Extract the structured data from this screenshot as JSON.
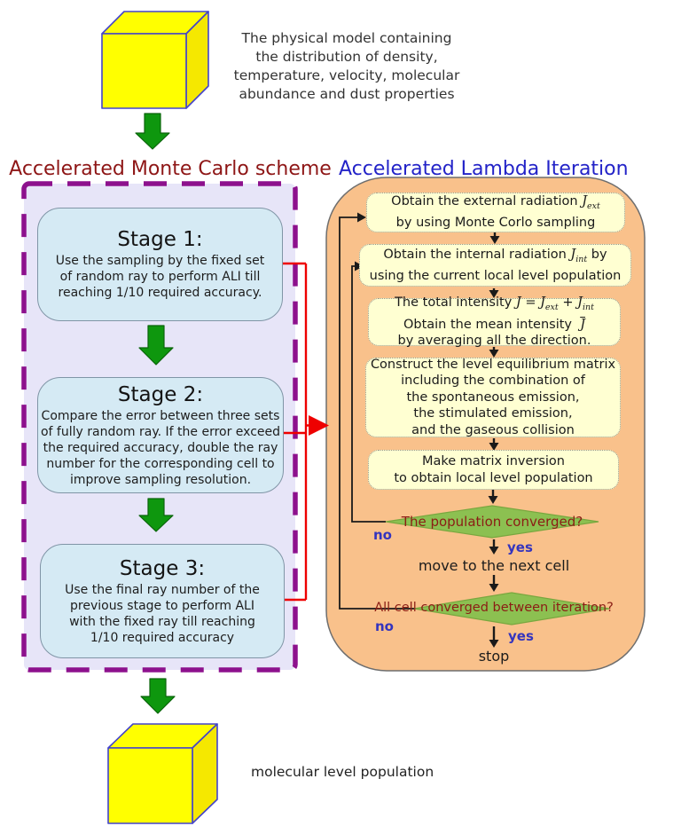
{
  "top_model": {
    "text": "The physical model containing\nthe distribution of density,\ntemperature, velocity, molecular\nabundance and dust properties"
  },
  "headers": {
    "monte_carlo": "Accelerated Monte Carlo scheme",
    "lambda": "Accelerated Lambda Iteration"
  },
  "stages": [
    {
      "title": "Stage 1:",
      "body": "Use the sampling by the fixed set\nof random ray to perform ALI till\nreaching 1/10 required accuracy."
    },
    {
      "title": "Stage 2:",
      "body": "Compare the error between three sets\nof fully random ray. If the error exceed\nthe required accuracy, double the ray\nnumber for the corresponding cell to\nimprove sampling resolution."
    },
    {
      "title": "Stage 3:",
      "body": "Use the final ray number of the\nprevious stage to perform ALI\nwith the fixed ray till reaching\n1/10 required accuracy"
    }
  ],
  "ali": {
    "box1": {
      "l1_pre": "Obtain the external radiation ",
      "l1_sym": "J",
      "l1_sub": "ext",
      "l2": "by using Monte Corlo sampling"
    },
    "box2": {
      "l1_pre": "Obtain the internal radiation ",
      "l1_sym": "J",
      "l1_sub": "int",
      "l1_post": " by",
      "l2": "using the current local level population"
    },
    "box3": {
      "l1_pre": "The total intensity ",
      "l1_j": "J",
      "l1_eq": " = ",
      "l1_j2": "J",
      "l1_sub2": "ext",
      "l1_plus": " + ",
      "l1_j3": "J",
      "l1_sub3": "int",
      "l2_pre": "Obtain the mean intensity ",
      "l2_jbar": "J",
      "l3": "by averaging all the direction."
    },
    "box4": {
      "text": "Construct the level equilibrium matrix\nincluding the combination of\nthe spontaneous emission,\nthe stimulated emission,\nand the gaseous collision"
    },
    "box5": {
      "text": "Make matrix inversion\nto obtain local level population"
    },
    "diamond1": {
      "question": "The population converged?",
      "no_label": "no",
      "yes_label": "yes"
    },
    "move_next_label": "move to the next cell",
    "diamond2": {
      "question": "All cell converged between iteration?",
      "no_label": "no",
      "yes_label": "yes"
    },
    "stop_label": "stop"
  },
  "bottom_model": {
    "text": "molecular level population"
  },
  "colors": {
    "header_left": "#8e1616",
    "header_right": "#2323c8",
    "left_panel_fill": "#e7e5f8",
    "left_panel_border": "#8d118d",
    "stage_fill": "#d5eaf4",
    "ali_panel_fill": "#f9c18b",
    "note_fill": "#ffffd2",
    "diamond_fill": "#8cc051",
    "diamond_text": "#8b1d15",
    "yes_no_label": "#3434be",
    "green_arrow": "#0e970e",
    "red_connector": "#ee0000",
    "cube_fill": "#ffff00",
    "cube_edge": "#4343cb"
  }
}
